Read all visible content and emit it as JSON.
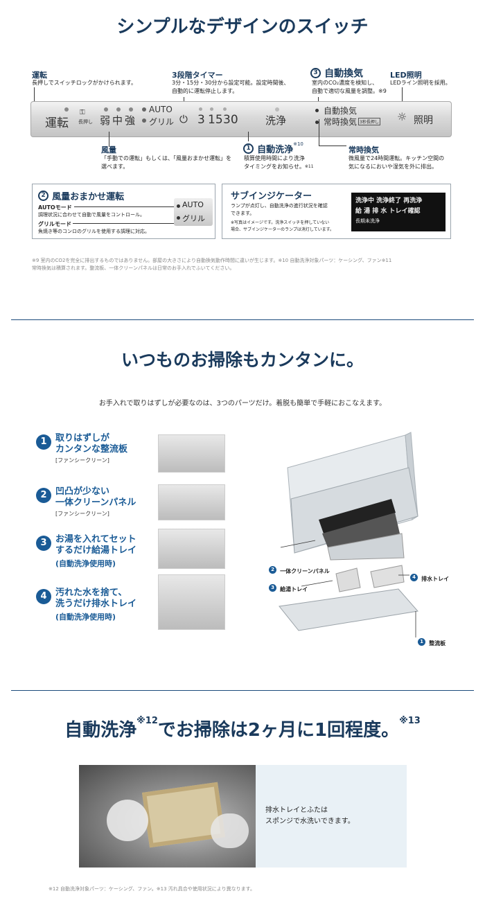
{
  "s1": {
    "title": "シンプルなデザインのスイッチ",
    "unten_t": "運転",
    "unten_d": "長押しでスイッチロックがかけられます。",
    "timer_t": "3段階タイマー",
    "timer_d1": "3分・15分・30分から設定可能。設定時間後、",
    "timer_d2": "自動的に運転停止します。",
    "auto_num": "3",
    "auto_t": "自動換気",
    "auto_d1": "室内のCO₂濃度を検知し、",
    "auto_d2": "自動で適切な風量を調整。※9",
    "led_t": "LED照明",
    "led_d": "LEDライン照明を採用。",
    "panel": {
      "unten": "運転",
      "nagaoshi": "長押し",
      "jaku": "弱",
      "chu": "中",
      "kyo": "強",
      "auto": "AUTO",
      "grill": "グリル",
      "t3": "3",
      "t15": "15",
      "t30": "30",
      "senjo": "洗浄",
      "jidokanki": "自動換気",
      "joji": "常時換気",
      "joji_sub": "3秒長押し",
      "shomei": "照明"
    },
    "furyo_t": "風量",
    "furyo_d1": "「手動での運転」もしくは、「風量おまかせ運転」を",
    "furyo_d2": "選べます。",
    "jido_num": "1",
    "jido_t": "自動洗浄",
    "jido_sup": "※10",
    "jido_d1": "積算使用時間により洗浄",
    "jido_d2": "タイミングをお知らせ。",
    "jido_d2sup": "※11",
    "joji_t": "常時換気",
    "joji_d1": "微風量で24時間運転。キッチン空間の",
    "joji_d2": "気になるにおいや湿気を外に排出。",
    "box2": {
      "num": "2",
      "title": "風量おまかせ運転",
      "auto_mode": "AUTOモード",
      "auto_desc": "調理状況に合わせて自動で風量をコントロール。",
      "grill_mode": "グリルモード",
      "grill_desc": "魚焼き等のコンロのグリルを使用する調理に対応。",
      "btn_auto": "AUTO",
      "btn_grill": "グリル"
    },
    "box3": {
      "title": "サブインジケーター",
      "d1": "ランプが点灯し、自動洗浄の進行状況を確認",
      "d2": "できます。",
      "n1": "※写真はイメージです。洗浄スイッチを押していない",
      "n2": "場合、サブインジケーターのランプは消灯しています。",
      "r1": "洗浄中 洗浄終了 再洗浄",
      "r2": "給 湯  排 水  トレイ確認",
      "r3": "長期未洗浄"
    },
    "note1": "※9 室内のCO2を完全に排出するものではありません。部屋の大きさにより自動換気動作時間に違いが生じます。※10 自動洗浄対象パーツ：ケーシング、ファン※11",
    "note2": "常時換気は積算されます。整流板、一体クリーンパネルは日常のお手入れでふいてください。"
  },
  "s2": {
    "title": "いつものお掃除もカンタンに。",
    "lead": "お手入れで取りはずしが必要なのは、3つのパーツだけ。着脱も簡単で手軽におこなえます。",
    "items": [
      {
        "num": "1",
        "l1": "取りはずしが",
        "l2": "カンタンな整流板",
        "sub": "[ファンシークリーン]"
      },
      {
        "num": "2",
        "l1": "凹凸が少ない",
        "l2": "一体クリーンパネル",
        "sub": "[ファンシークリーン]"
      },
      {
        "num": "3",
        "l1": "お湯を入れてセット",
        "l2": "するだけ給湯トレイ",
        "sub": "(自動洗浄使用時)"
      },
      {
        "num": "4",
        "l1": "汚れた水を捨て、",
        "l2": "洗うだけ排水トレイ",
        "sub": "(自動洗浄使用時)"
      }
    ],
    "labels": {
      "p2": "一体クリーンパネル",
      "p3": "給湯トレイ",
      "p4": "排水トレイ",
      "p1": "整流板"
    }
  },
  "s3": {
    "title": "自動洗浄",
    "sup1": "※12",
    "title2": "でお掃除は2ヶ月に1回程度。",
    "sup2": "※13",
    "cap1": "排水トレイとふたは",
    "cap2": "スポンジで水洗いできます。",
    "note": "※12 自動洗浄対象パーツ：ケーシング、ファン。※13 汚れ具合や使用状況により異なります。"
  }
}
